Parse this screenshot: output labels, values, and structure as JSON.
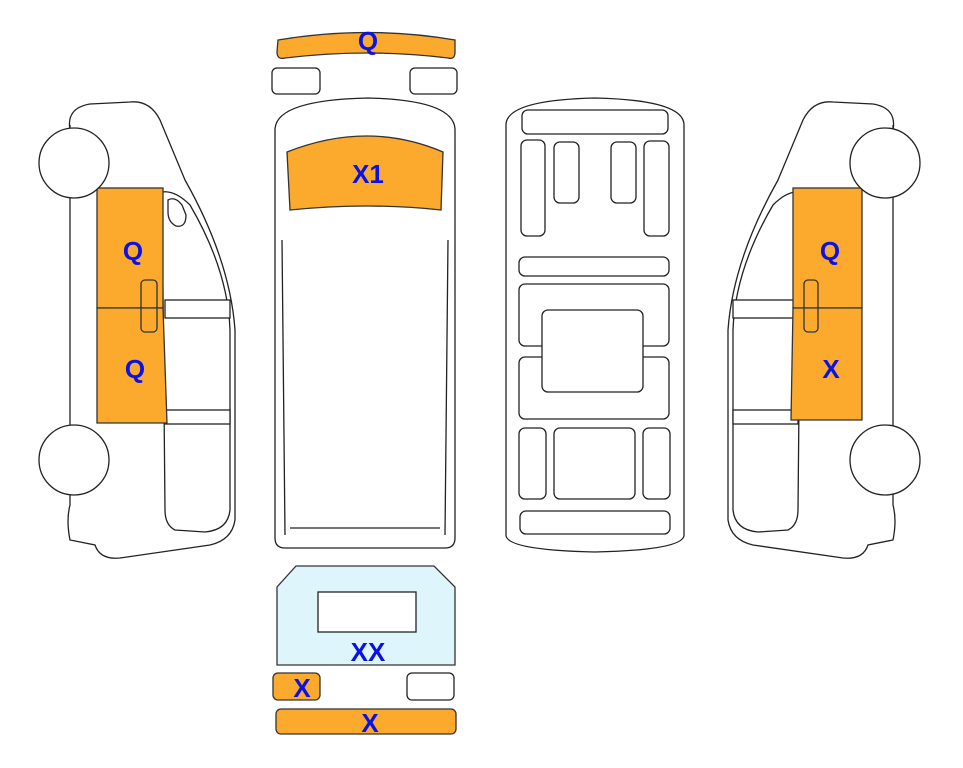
{
  "colors": {
    "damage_fill": "#fbaa2e",
    "glass_fill": "#def5fc",
    "label": "#0a12e6"
  },
  "views": {
    "left_side": {
      "front_door_label": "Q",
      "rear_door_label": "Q"
    },
    "right_side": {
      "front_door_label": "Q",
      "rear_door_label": "X"
    },
    "top": {
      "front_bumper_label": "Q",
      "hood_label": "X1"
    },
    "rear": {
      "window_label": "XX",
      "left_taillight_label": "X",
      "bumper_label": "X"
    }
  }
}
